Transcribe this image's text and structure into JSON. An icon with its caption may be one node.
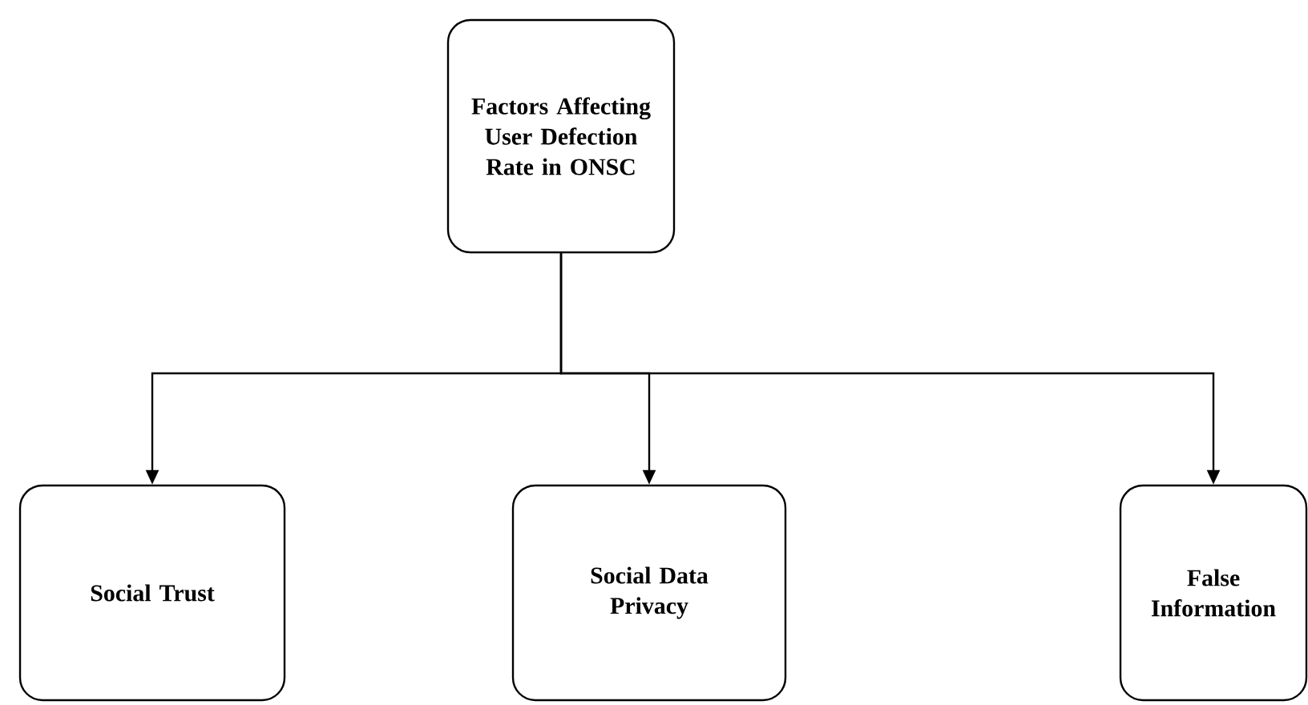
{
  "diagram": {
    "nodes": [
      {
        "text": [
          "Factors Affecting User Defection Rate in ONSC"
        ]
      },
      {
        "text": [
          "Social Trust"
        ]
      },
      {
        "text": [
          "Social Data Privacy"
        ]
      },
      {
        "text": [
          "False Information"
        ]
      }
    ],
    "edges": [
      {
        "from": 0,
        "to": 1,
        "arrow": "to"
      },
      {
        "from": 0,
        "to": 2,
        "arrow": "to"
      },
      {
        "from": 0,
        "to": 3,
        "arrow": "to"
      }
    ]
  }
}
